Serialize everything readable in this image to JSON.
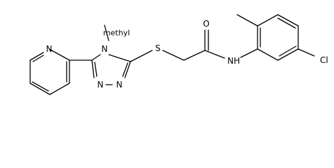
{
  "molecule": {
    "atom_labels": {
      "pyridine_n": "N",
      "triazole_n_methyl": "N",
      "triazole_n_left": "N",
      "triazole_n_right": "N",
      "methyl_label": "methyl",
      "sulfur": "S",
      "carbonyl_o": "O",
      "amide_nh": "NH",
      "chloro": "Cl"
    }
  }
}
